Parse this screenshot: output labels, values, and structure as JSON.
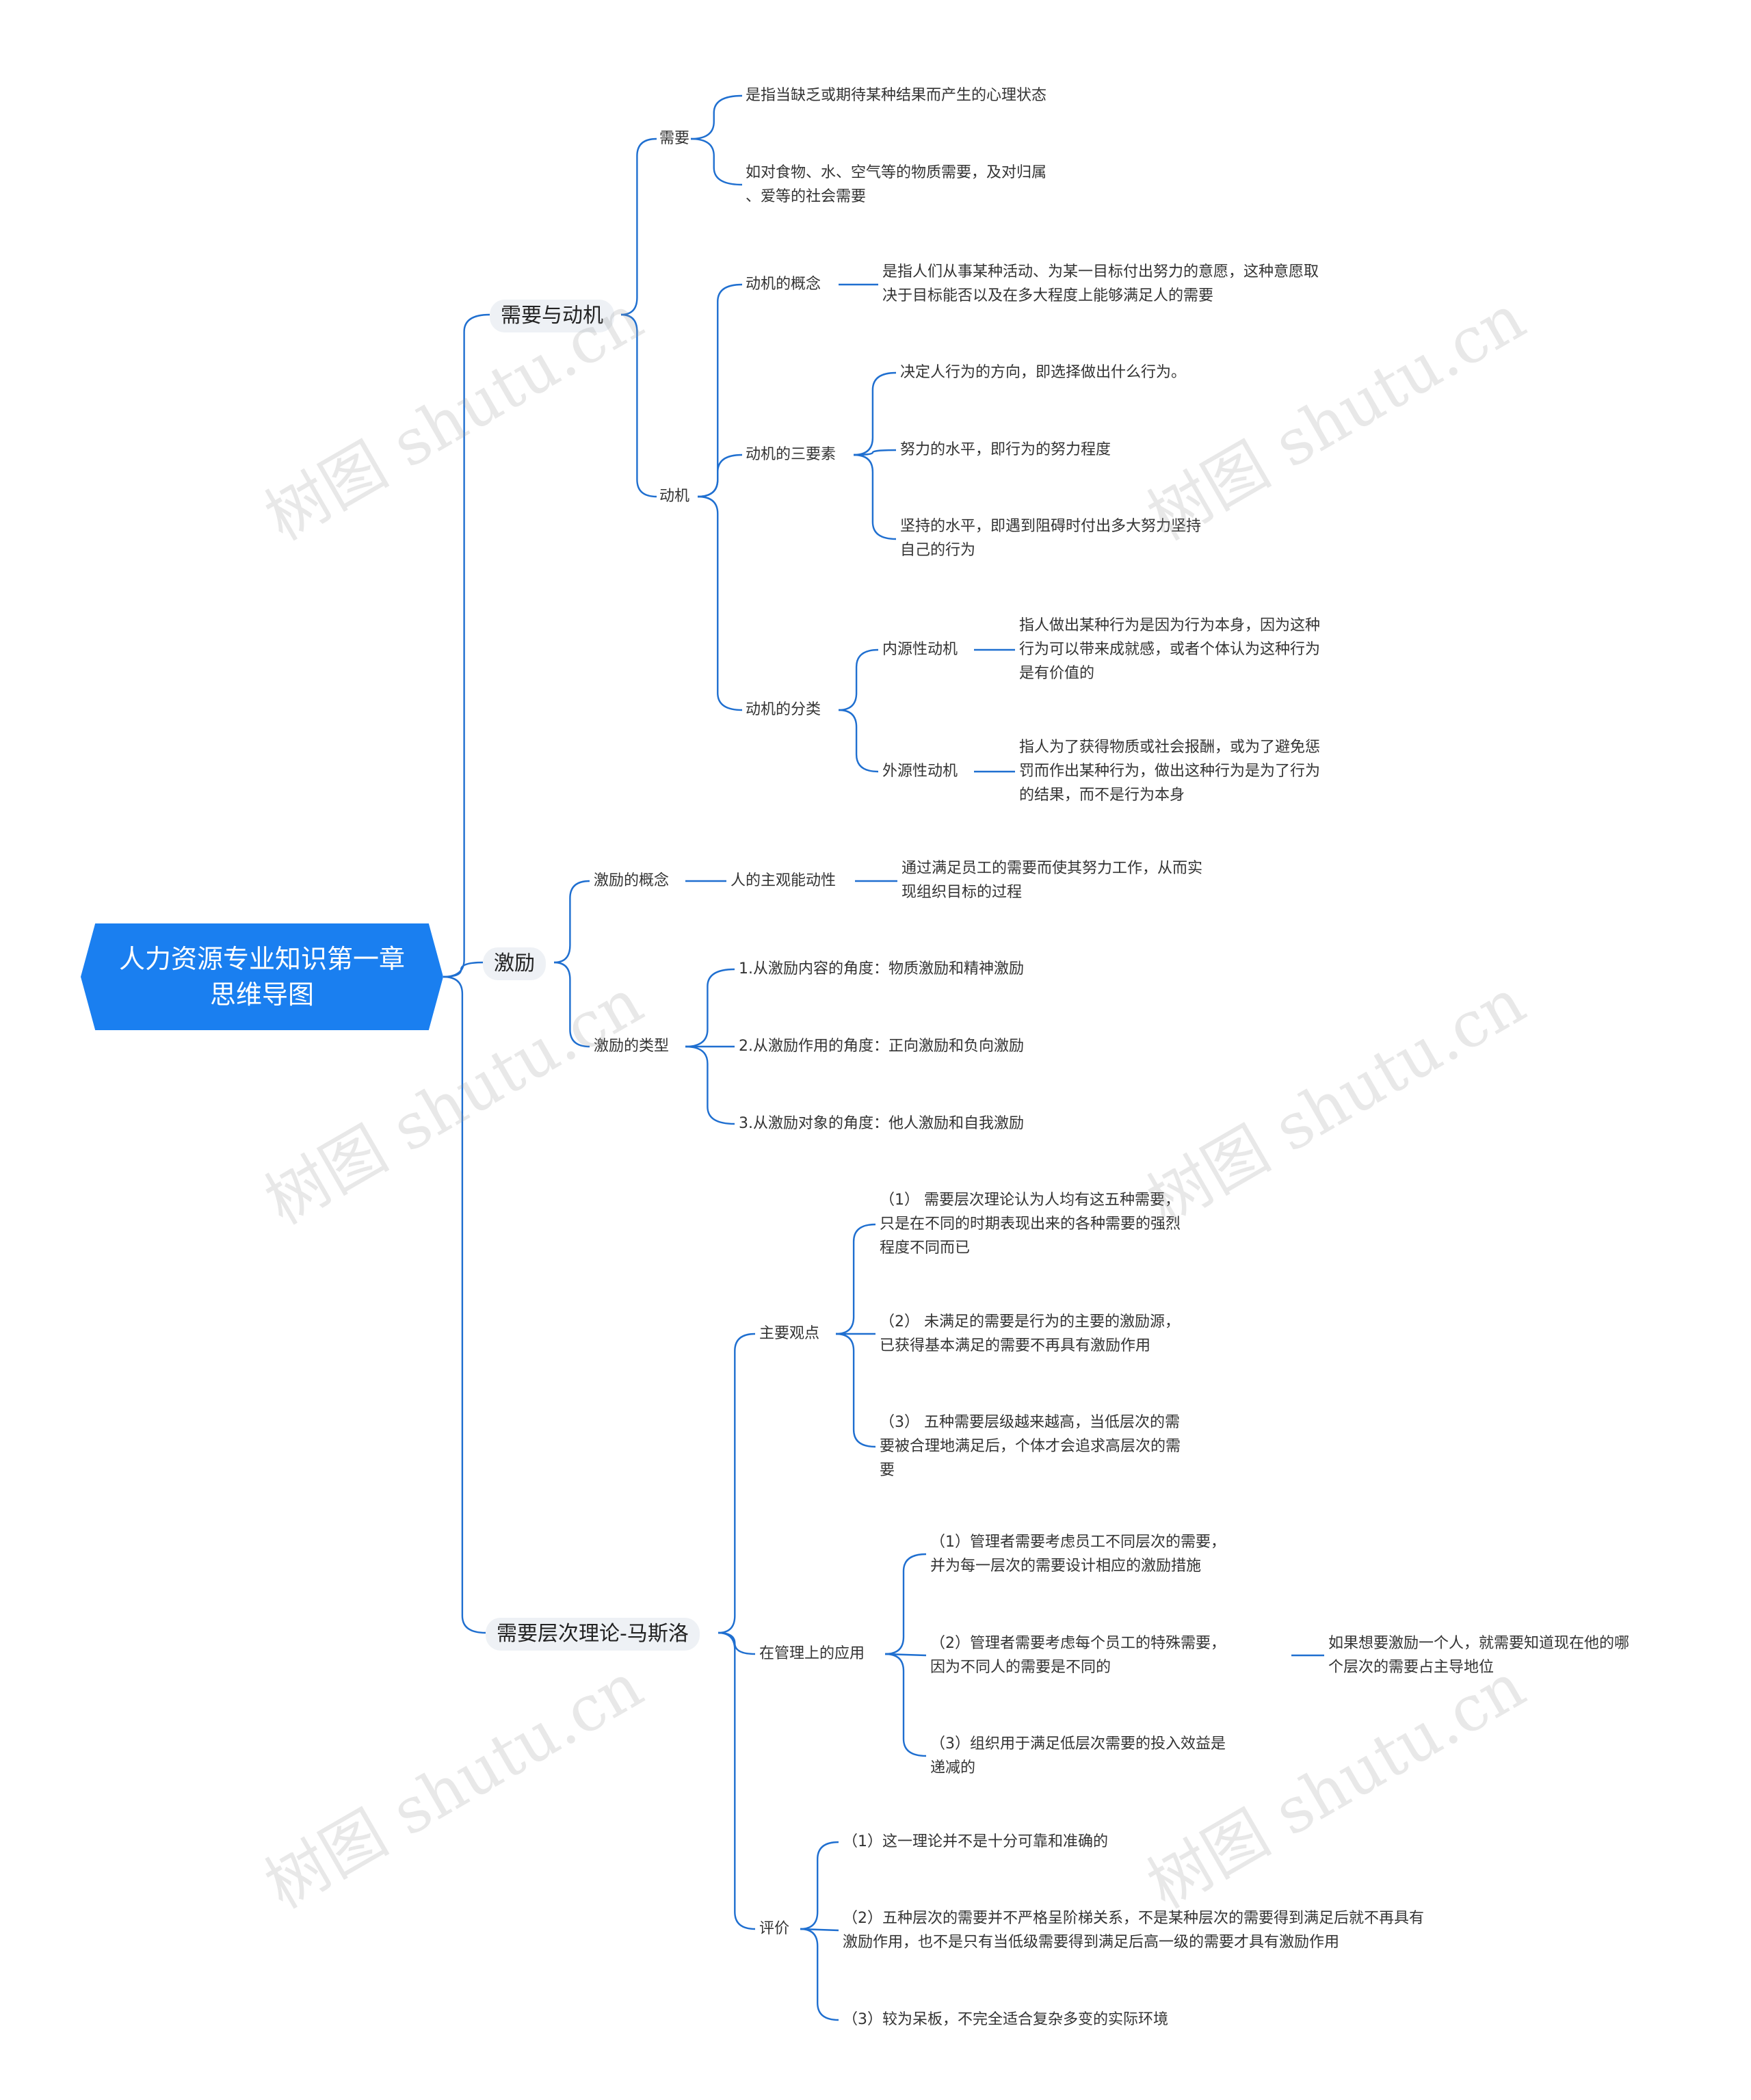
{
  "theme": {
    "accent": "#1a7ff0",
    "line": "#1f6fd0",
    "l1_bg": "#eef1f5",
    "text": "#333333"
  },
  "watermark": "树图 shutu.cn",
  "root": {
    "title": "人力资源专业知识第一章\n思维导图"
  },
  "nodes": {
    "need_motive": "需要与动机",
    "need": "需要",
    "need_def": "是指当缺乏或期待某种结果而产生的心理状态",
    "need_examples": "如对食物、水、空气等的物质需要，及对归属\n、爱等的社会需要",
    "motive": "动机",
    "motive_concept": "动机的概念",
    "motive_concept_def": "是指人们从事某种活动、为某一目标付出努力的意愿，这种意愿取\n决于目标能否以及在多大程度上能够满足人的需要",
    "motive_three": "动机的三要素",
    "three_1": "决定人行为的方向，即选择做出什么行为。",
    "three_2": "努力的水平，即行为的努力程度",
    "three_3": "坚持的水平，即遇到阻碍时付出多大努力坚持\n自己的行为",
    "motive_class": "动机的分类",
    "intrinsic": "内源性动机",
    "intrinsic_def": "指人做出某种行为是因为行为本身，因为这种\n行为可以带来成就感，或者个体认为这种行为\n是有价值的",
    "extrinsic": "外源性动机",
    "extrinsic_def": "指人为了获得物质或社会报酬，或为了避免惩\n罚而作出某种行为，做出这种行为是为了行为\n的结果，而不是行为本身",
    "incentive": "激励",
    "incentive_concept": "激励的概念",
    "subjective": "人的主观能动性",
    "subjective_def": "通过满足员工的需要而使其努力工作，从而实\n现组织目标的过程",
    "incentive_types": "激励的类型",
    "type_1": "1.从激励内容的角度：物质激励和精神激励",
    "type_2": "2.从激励作用的角度：正向激励和负向激励",
    "type_3": "3.从激励对象的角度：他人激励和自我激励",
    "maslow": "需要层次理论-马斯洛",
    "views": "主要观点",
    "view_1": "（1） 需要层次理论认为人均有这五种需要，\n只是在不同的时期表现出来的各种需要的强烈\n程度不同而已",
    "view_2": "（2） 未满足的需要是行为的主要的激励源，\n已获得基本满足的需要不再具有激励作用",
    "view_3": "（3） 五种需要层级越来越高，当低层次的需\n要被合理地满足后，个体才会追求高层次的需\n要",
    "mgmt": "在管理上的应用",
    "mgmt_1": "（1）管理者需要考虑员工不同层次的需要，\n并为每一层次的需要设计相应的激励措施",
    "mgmt_2": "（2）管理者需要考虑每个员工的特殊需要，\n因为不同人的需要是不同的",
    "mgmt_2_note": "如果想要激励一个人，就需要知道现在他的哪\n个层次的需要占主导地位",
    "mgmt_3": "（3）组织用于满足低层次需要的投入效益是\n递减的",
    "evaluation": "评价",
    "eval_1": "（1）这一理论并不是十分可靠和准确的",
    "eval_2": "（2）五种层次的需要并不严格呈阶梯关系，不是某种层次的需要得到满足后就不再具有\n激励作用，也不是只有当低级需要得到满足后高一级的需要才具有激励作用",
    "eval_3": "（3）较为呆板，不完全适合复杂多变的实际环境"
  }
}
